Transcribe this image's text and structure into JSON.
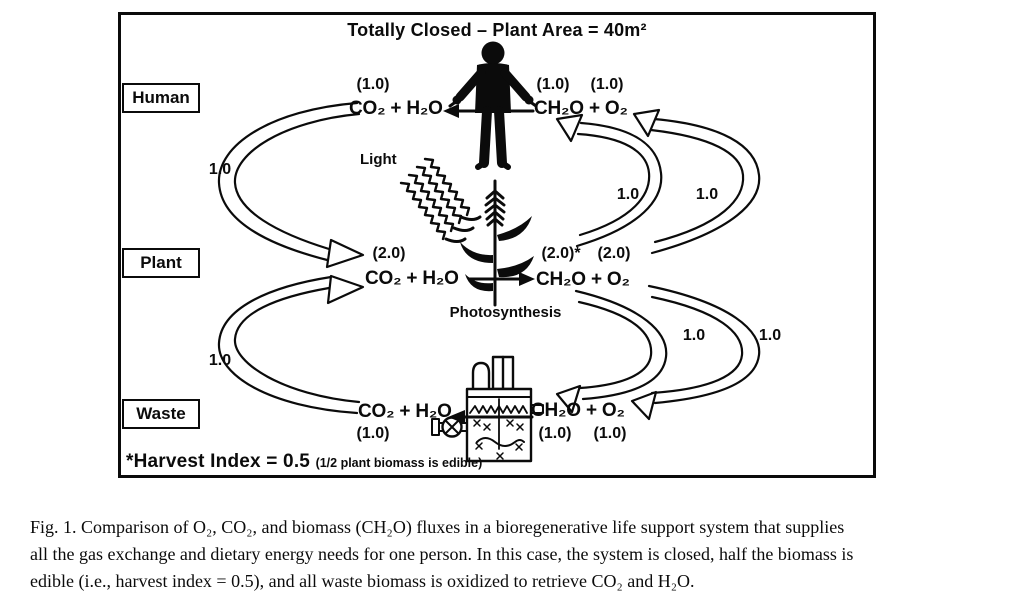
{
  "diagram": {
    "title": "Totally Closed – Plant Area = 40m²",
    "rows": {
      "human": "Human",
      "plant": "Plant",
      "waste": "Waste"
    },
    "human_row": {
      "left_value": "(1.0)",
      "left_eq": "CO₂ + H₂O",
      "right_eq": "CH₂O + O₂",
      "right_value1": "(1.0)",
      "right_value2": "(1.0)"
    },
    "light_label": "Light",
    "plant_row": {
      "left_value": "(2.0)",
      "left_eq": "CO₂ + H₂O",
      "right_eq": "CH₂O + O₂",
      "right_value1": "(2.0)*",
      "right_value2": "(2.0)",
      "process": "Photosynthesis"
    },
    "waste_row": {
      "left_eq": "CO₂ + H₂O",
      "left_value": "(1.0)",
      "right_eq": "CH₂O + O₂",
      "right_value1": "(1.0)",
      "right_value2": "(1.0)"
    },
    "flux": {
      "human_to_plant": "1.0",
      "waste_to_plant": "1.0",
      "plant_to_human_inner": "1.0",
      "plant_to_human_outer": "1.0",
      "plant_to_waste_inner": "1.0",
      "plant_to_waste_outer": "1.0"
    },
    "footnote": {
      "main": "*Harvest Index = 0.5",
      "detail": "(1/2 plant biomass is edible)"
    }
  },
  "caption": {
    "lines": [
      "Fig. 1.  Comparison of O₂, CO₂, and biomass (CH₂O) fluxes in a bioregenerative life support system that supplies",
      "all the gas exchange and dietary energy needs for one person.  In this case, the system is closed, half the biomass is",
      "edible (i.e., harvest index = 0.5), and all waste biomass is oxidized to retrieve CO₂ and H₂O."
    ]
  }
}
